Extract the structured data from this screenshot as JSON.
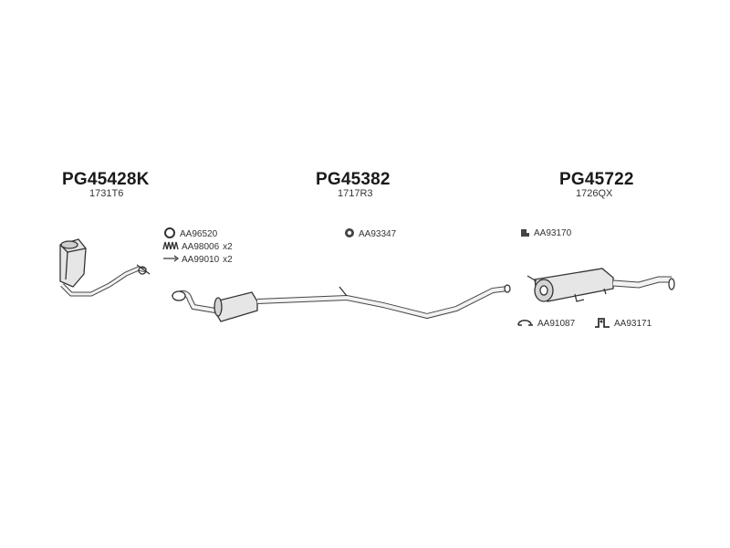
{
  "groups": [
    {
      "code": "PG45428K",
      "ref": "1731T6"
    },
    {
      "code": "PG45382",
      "ref": "1717R3"
    },
    {
      "code": "PG45722",
      "ref": "1726QX"
    }
  ],
  "accessories": {
    "g1": [
      {
        "code": "AA96520",
        "qty": "",
        "icon": "ring-gasket-icon"
      },
      {
        "code": "AA98006",
        "qty": "x2",
        "icon": "spring-icon"
      },
      {
        "code": "AA99010",
        "qty": "x2",
        "icon": "bolt-icon"
      }
    ],
    "g2": [
      {
        "code": "AA93347",
        "qty": "",
        "icon": "rubber-mount-icon"
      }
    ],
    "g3": [
      {
        "code": "AA93170",
        "qty": "",
        "icon": "hanger-bracket-icon"
      },
      {
        "code": "AA91087",
        "qty": "",
        "icon": "clamp-icon"
      },
      {
        "code": "AA93171",
        "qty": "",
        "icon": "mounting-bracket-icon"
      }
    ]
  }
}
